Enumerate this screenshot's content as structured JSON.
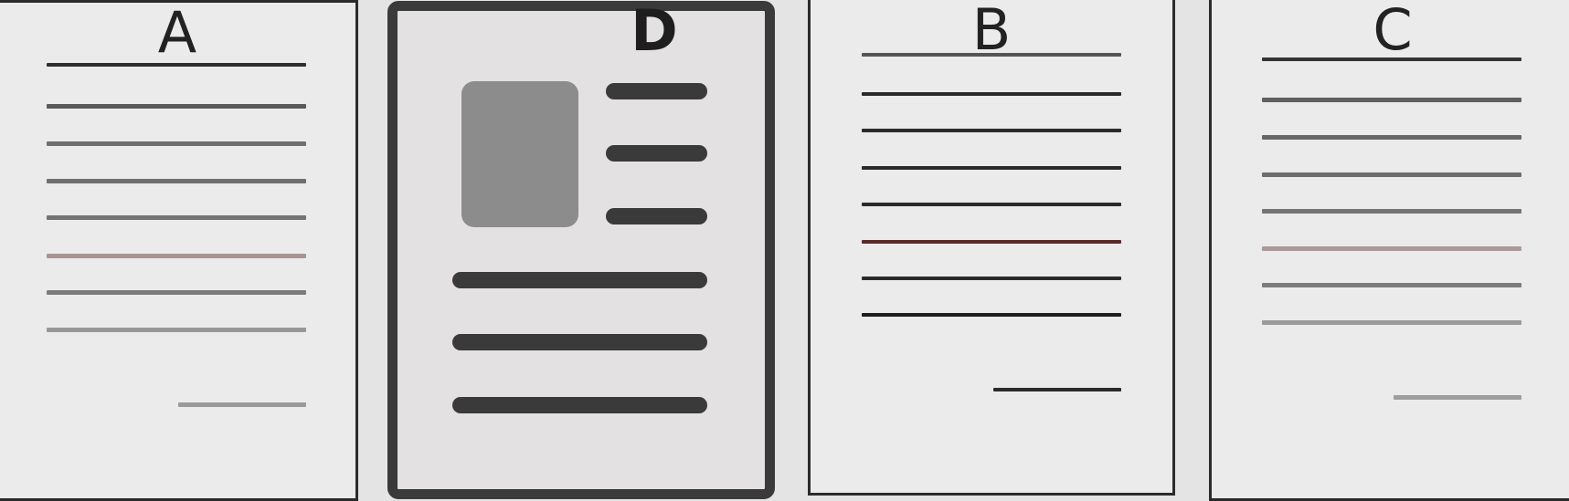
{
  "thumbnails": [
    {
      "id": "A",
      "label": "A",
      "selected": false
    },
    {
      "id": "D",
      "label": "D",
      "selected": true
    },
    {
      "id": "B",
      "label": "B",
      "selected": false
    },
    {
      "id": "C",
      "label": "C",
      "selected": false
    }
  ],
  "colors": {
    "frame": "#2b2b2b",
    "selected_frame": "#3a3a3a",
    "line_dark": "#2f2f2f",
    "line_mid": "#6a6a6a",
    "line_light": "#9a9a9a",
    "line_accent": "#a89090",
    "picture": "#8c8c8c"
  }
}
